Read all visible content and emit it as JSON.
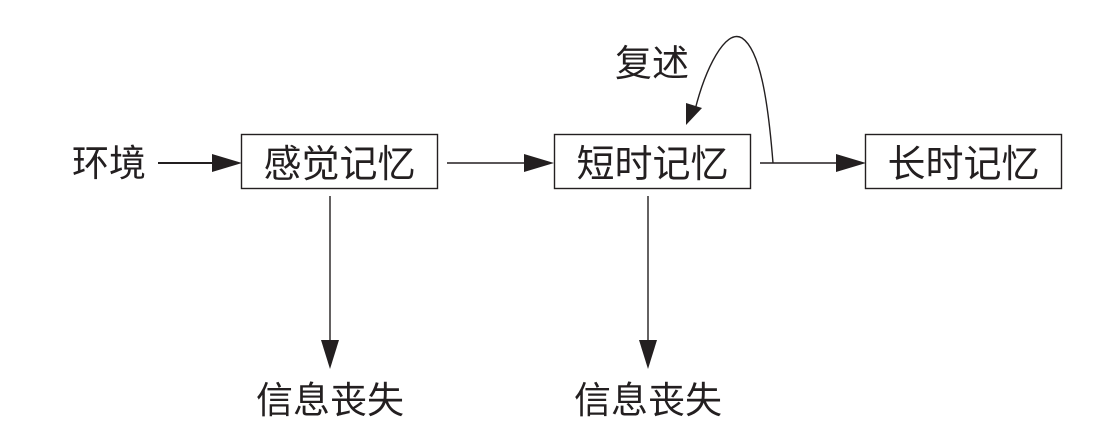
{
  "diagram": {
    "title": "",
    "nodes": {
      "environment": {
        "label": "环境"
      },
      "sensory_memory": {
        "label": "感觉记忆"
      },
      "short_term_memory": {
        "label": "短时记忆"
      },
      "long_term_memory": {
        "label": "长时记忆"
      },
      "loss_1": {
        "label": "信息丧失"
      },
      "loss_2": {
        "label": "信息丧失"
      }
    },
    "edges": [
      {
        "from": "environment",
        "to": "sensory_memory",
        "label": ""
      },
      {
        "from": "sensory_memory",
        "to": "short_term_memory",
        "label": ""
      },
      {
        "from": "short_term_memory",
        "to": "long_term_memory",
        "label": ""
      },
      {
        "from": "short_term_memory",
        "to": "short_term_memory",
        "label": "复述"
      },
      {
        "from": "sensory_memory",
        "to": "loss_1",
        "label": ""
      },
      {
        "from": "short_term_memory",
        "to": "loss_2",
        "label": ""
      }
    ],
    "rehearsal_label": "复述",
    "colors": {
      "ink": "#231f20",
      "background": "#ffffff"
    }
  }
}
